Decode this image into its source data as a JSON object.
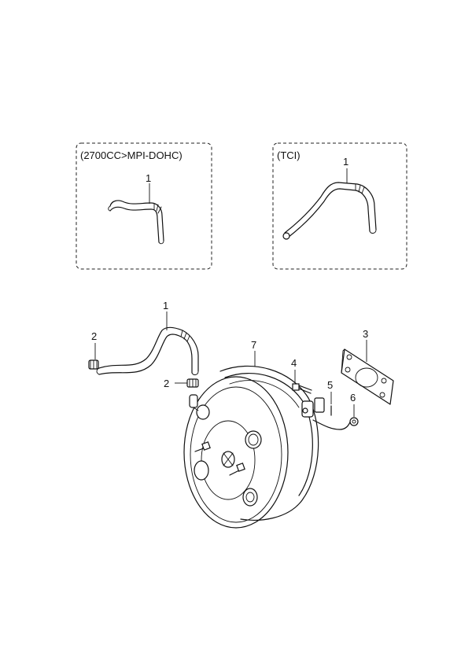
{
  "boxes": {
    "left_title": "(2700CC>MPI-DOHC)",
    "right_title": "(TCI)"
  },
  "callouts": {
    "box_left_1": "1",
    "box_right_1": "1",
    "main_1": "1",
    "main_2_top": "2",
    "main_2_bottom": "2",
    "main_3": "3",
    "main_4": "4",
    "main_5": "5",
    "main_6": "6",
    "main_7": "7"
  }
}
